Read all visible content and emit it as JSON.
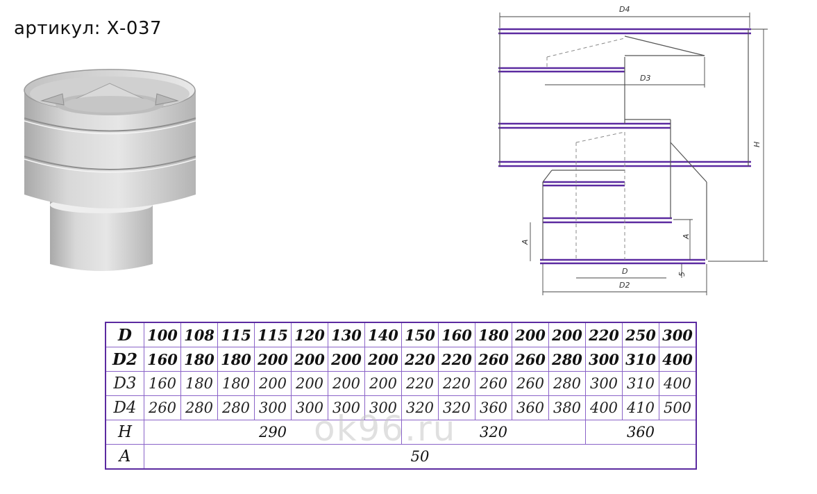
{
  "article": "артикул: Х-037",
  "watermark": "ok96.ru",
  "drawing_labels": {
    "d4": "D4",
    "d3": "D3",
    "h": "H",
    "a_left": "A",
    "a_right": "A",
    "d": "D",
    "d2": "D2",
    "s": "5"
  },
  "table": {
    "rows": [
      {
        "label": "D",
        "values": [
          "100",
          "108",
          "115",
          "115",
          "120",
          "130",
          "140",
          "150",
          "160",
          "180",
          "200",
          "200",
          "220",
          "250",
          "300"
        ]
      },
      {
        "label": "D2",
        "values": [
          "160",
          "180",
          "180",
          "200",
          "200",
          "200",
          "200",
          "220",
          "220",
          "260",
          "260",
          "280",
          "300",
          "310",
          "400"
        ]
      },
      {
        "label": "D3",
        "values": [
          "160",
          "180",
          "180",
          "200",
          "200",
          "200",
          "200",
          "220",
          "220",
          "260",
          "260",
          "280",
          "300",
          "310",
          "400"
        ]
      },
      {
        "label": "D4",
        "values": [
          "260",
          "280",
          "280",
          "300",
          "300",
          "300",
          "300",
          "320",
          "320",
          "360",
          "360",
          "380",
          "400",
          "410",
          "500"
        ]
      }
    ],
    "h_row": {
      "label": "H",
      "groups": [
        {
          "value": "290",
          "span": 7
        },
        {
          "value": "320",
          "span": 5
        },
        {
          "value": "360",
          "span": 3
        }
      ]
    },
    "a_row": {
      "label": "A",
      "value": "50"
    }
  },
  "colors": {
    "outline": "#5b2aa0",
    "grid": "#8a63c8",
    "metal": "#c9c9c9"
  }
}
